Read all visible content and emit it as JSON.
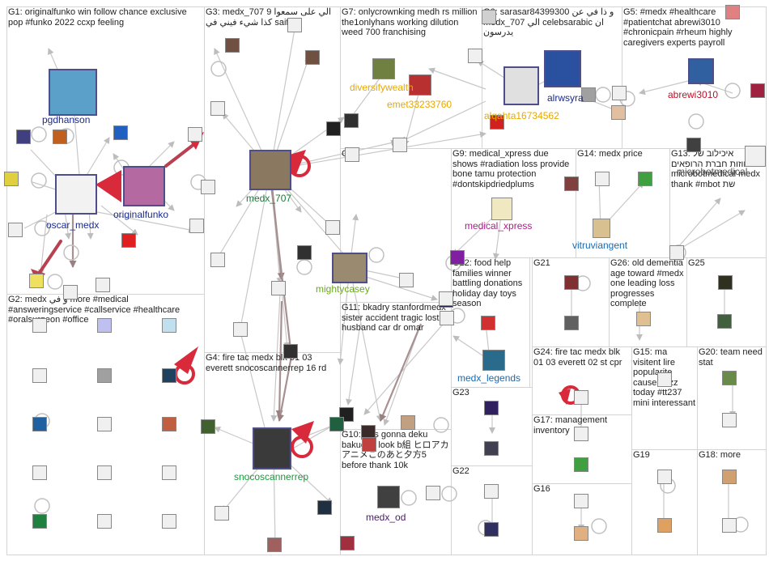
{
  "graph": {
    "groups": [
      {
        "id": "G1",
        "title": "G1: originalfunko win follow chance exclusive pop #funko 2022 ccxp feeling"
      },
      {
        "id": "G2",
        "title": "G2: medx و في more #medical #answeringservice #callservice #healthcare #oralsurgeon #office"
      },
      {
        "id": "G3",
        "title": "G3: medx_707 9 الي على سمعوا كذا شيء فيني في saifi1i"
      },
      {
        "id": "G4",
        "title": "G4: fire tac medx blk 01 03 everett snocoscannerrep 16 rd"
      },
      {
        "id": "G5",
        "title": "G5: #medx #healthcare #patientchat abrewi3010 #chronicpain #rheum highly caregivers experts payroll"
      },
      {
        "id": "G6",
        "title": "G6: sarasar84399300 و ذا في عن medx_707 الي celebsarabic ان يدرسون"
      },
      {
        "id": "G7",
        "title": "G7: onlycrownking medh rs million the1onlyhans working dilution weed 700 franchising"
      },
      {
        "id": "G8",
        "title": "G8"
      },
      {
        "id": "G9",
        "title": "G9: medical_xpress due shows #radiation loss provide bone tamu protection #dontskipdriedplums"
      },
      {
        "id": "G10",
        "title": "G10: kiss gonna deku bakugou look b組 ヒロアカ アニメこのあと夕方5 before thank 10k"
      },
      {
        "id": "G11",
        "title": "G11: bkadry stanfordmedx sister accident tragic lost husband car dr omar"
      },
      {
        "id": "G12",
        "title": "G12: food help families winner battling donations holiday day toys season"
      },
      {
        "id": "G13",
        "title": "G13: איכילוב של המחוזות חברת הרופאים microbotmedical medx thank #mbot שת"
      },
      {
        "id": "G14",
        "title": "G14: medx price"
      },
      {
        "id": "G15",
        "title": "G15: ma visitent lire popularite cause buzz today #tt237 mini interessant"
      },
      {
        "id": "G16",
        "title": "G16"
      },
      {
        "id": "G17",
        "title": "G17: management inventory"
      },
      {
        "id": "G18",
        "title": "G18: more"
      },
      {
        "id": "G19",
        "title": "G19"
      },
      {
        "id": "G20",
        "title": "G20: team need stat"
      },
      {
        "id": "G21",
        "title": "G21"
      },
      {
        "id": "G22",
        "title": "G22"
      },
      {
        "id": "G23",
        "title": "G23"
      },
      {
        "id": "G24",
        "title": "G24: fire tac medx blk 01 03 everett 02 st cpr"
      },
      {
        "id": "G25",
        "title": "G25"
      },
      {
        "id": "G26",
        "title": "G26: old dementia age toward #medx one leading loss progresses complete"
      }
    ],
    "nodes": [
      {
        "key": "pgdhanson",
        "label": "pgdhanson",
        "color": "#1a2a8a"
      },
      {
        "key": "oscar_medx",
        "label": "oscar_medx",
        "color": "#1a2a8a"
      },
      {
        "key": "originalfunko",
        "label": "originalfunko",
        "color": "#1a2a8a"
      },
      {
        "key": "medx_707",
        "label": "medx_707",
        "color": "#1a7a3a"
      },
      {
        "key": "mightycasey",
        "label": "mightycasey",
        "color": "#6aaa1a"
      },
      {
        "key": "diversifywealth",
        "label": "diversifywealth",
        "color": "#e6a800"
      },
      {
        "key": "emet33233760",
        "label": "emet33233760",
        "color": "#e6a800"
      },
      {
        "key": "alqahta16734562",
        "label": "alqahta16734562",
        "color": "#e6a800"
      },
      {
        "key": "alrwsyra",
        "label": "alrwsyra",
        "color": "#1a2a8a"
      },
      {
        "key": "abrewi3010",
        "label": "abrewi3010",
        "color": "#c0102a"
      },
      {
        "key": "medical_xpress",
        "label": "medical_xpress",
        "color": "#b0198a"
      },
      {
        "key": "vitruviangent",
        "label": "vitruviangent",
        "color": "#1a6ab0"
      },
      {
        "key": "microbotmedical",
        "label": "microbotmedical",
        "color": "#555555"
      },
      {
        "key": "medx_legends",
        "label": "medx_legends",
        "color": "#1a6ab0"
      },
      {
        "key": "snocoscannerrep",
        "label": "snocoscannerrep",
        "color": "#1a9a3a"
      },
      {
        "key": "medx_od",
        "label": "medx_od",
        "color": "#4a1a6a"
      }
    ]
  }
}
